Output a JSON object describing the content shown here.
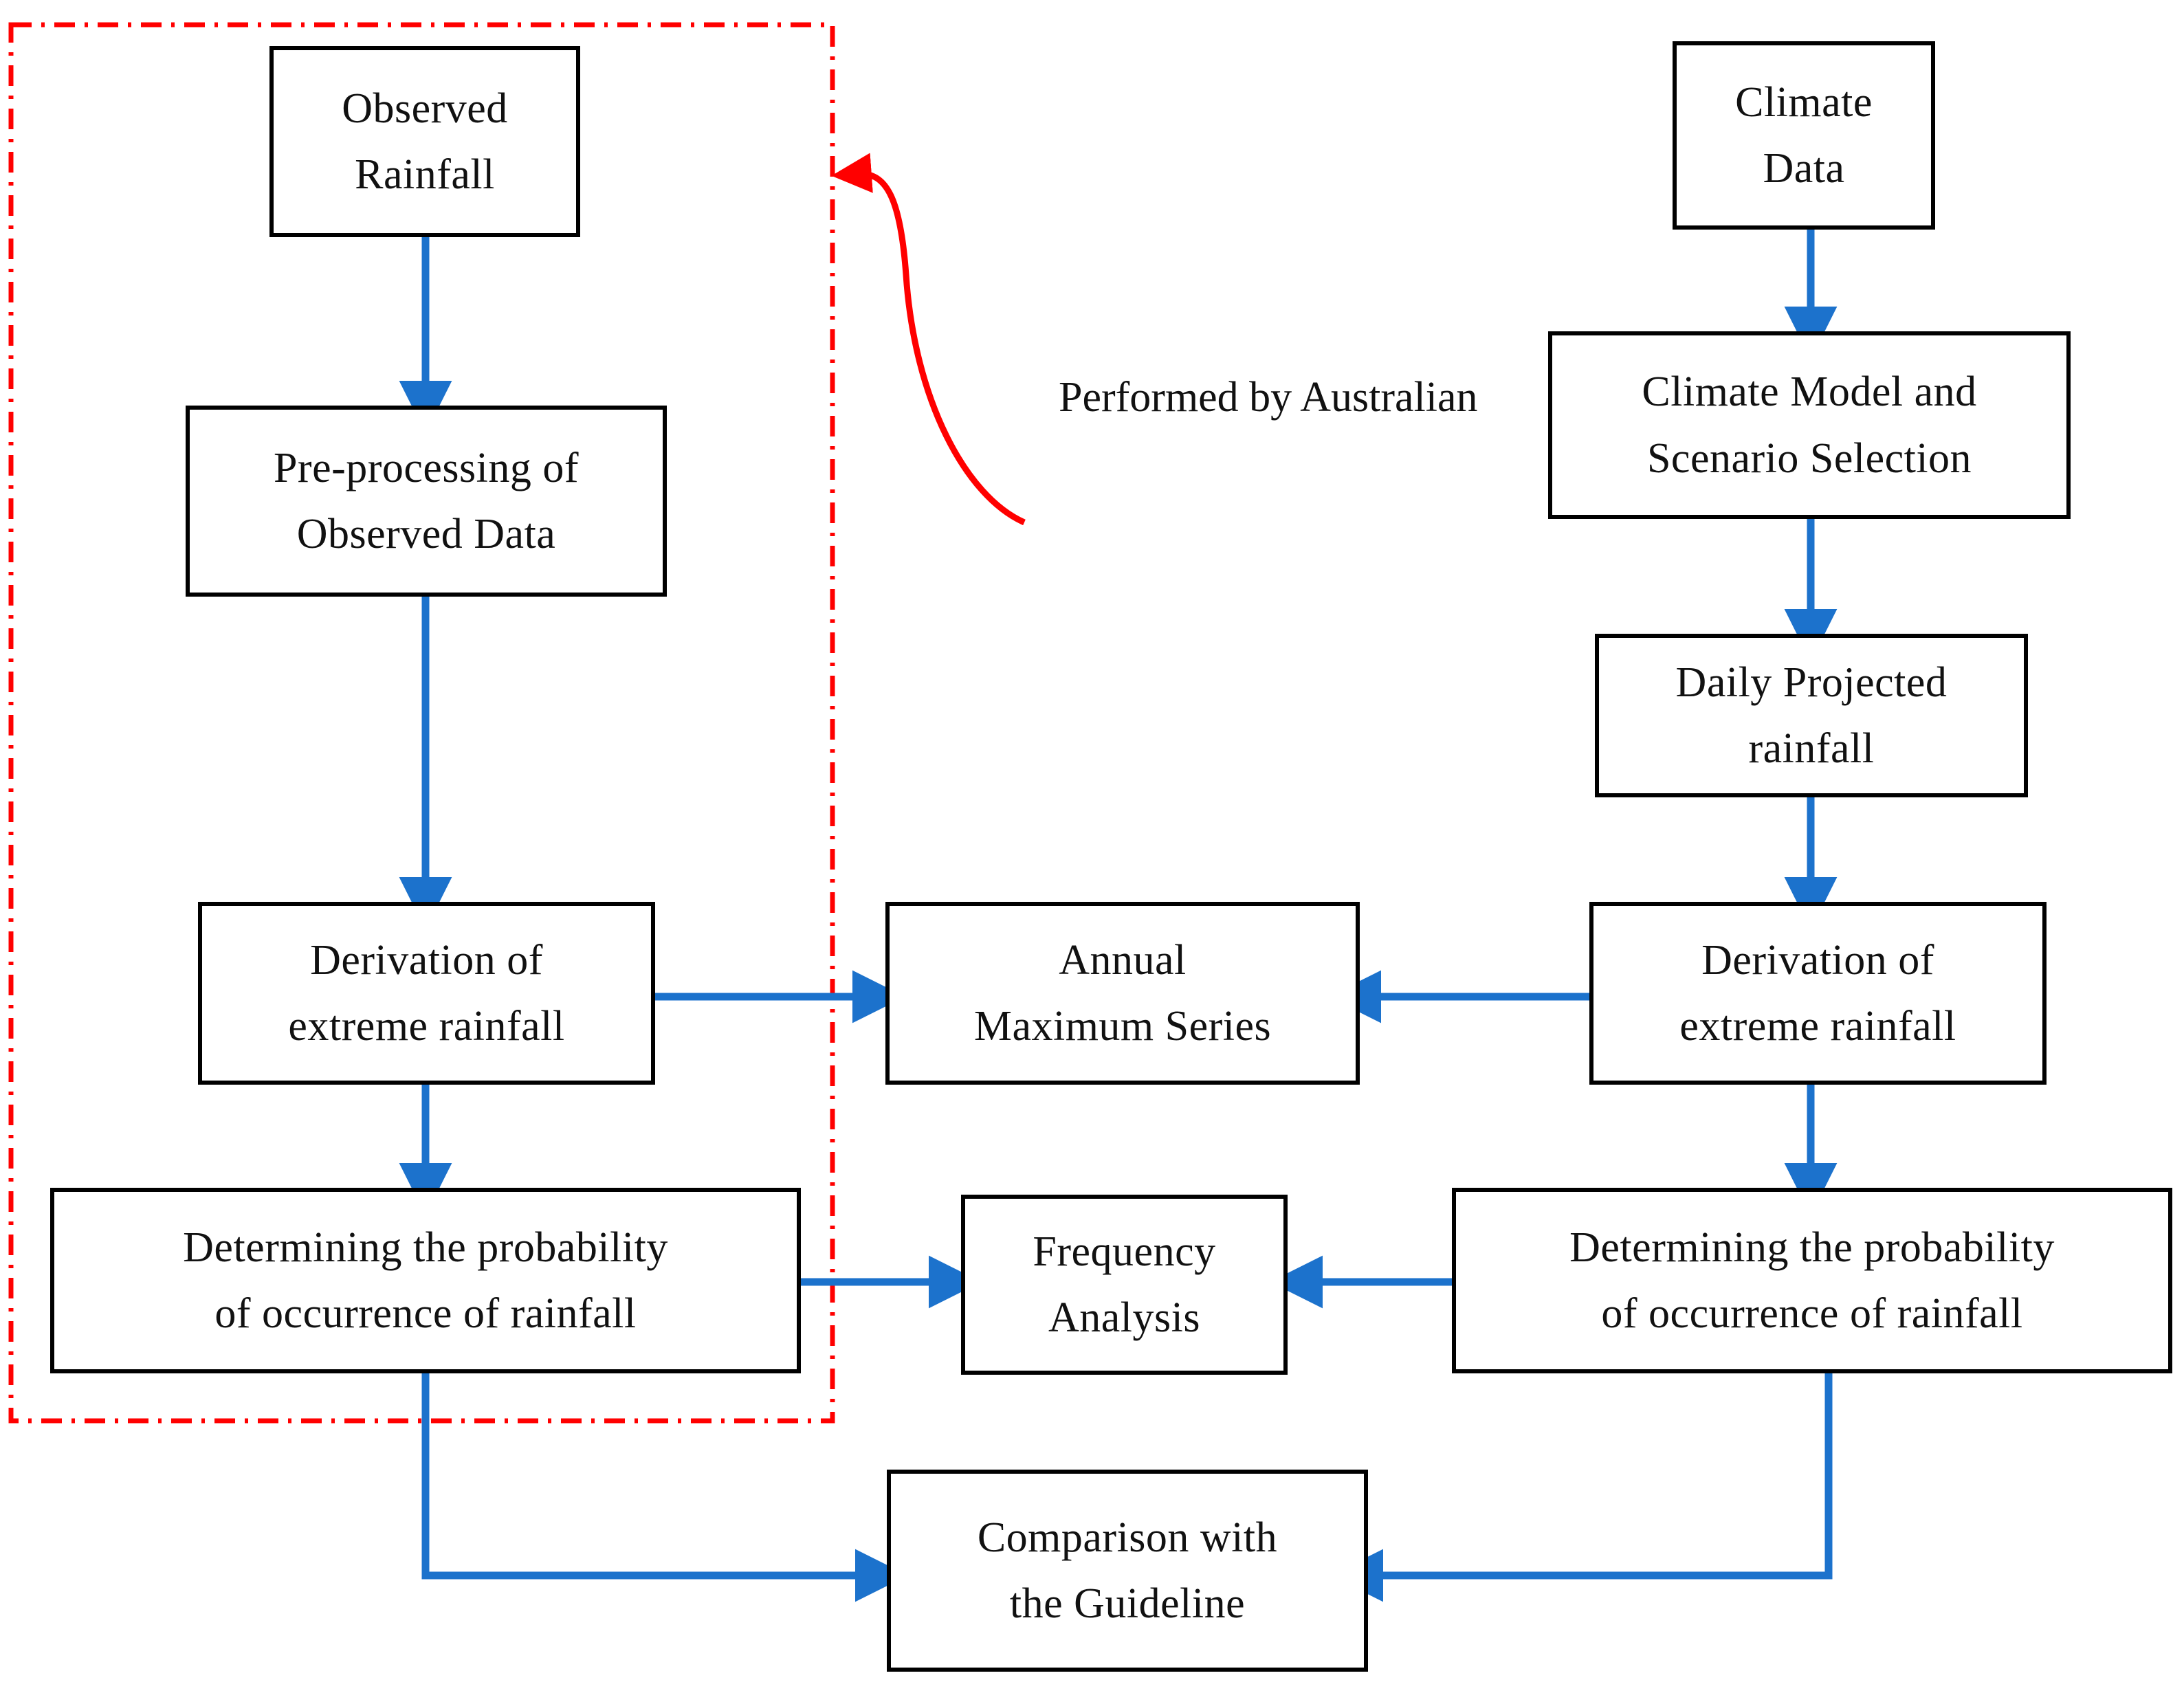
{
  "diagram": {
    "title": "Rainfall frequency analysis methodology flowchart",
    "colors": {
      "arrow": "#1C72CC",
      "annotation": "#FF0000",
      "box_border": "#000000",
      "text": "#111111",
      "background": "#FFFFFF"
    },
    "annotation": {
      "label_line1": "Performed by",
      "label_line2": "Australian",
      "group_name": "observed-rainfall-workflow-group"
    },
    "nodes": {
      "observed_rainfall": {
        "line1": "Observed",
        "line2": "Rainfall"
      },
      "preprocessing_observed": {
        "line1": "Pre-processing of",
        "line2": "Observed Data"
      },
      "derivation_observed": {
        "line1": "Derivation of",
        "line2": "extreme rainfall"
      },
      "probability_observed": {
        "line1": "Determining the probability",
        "line2": "of occurrence of rainfall"
      },
      "annual_maximum_series": {
        "line1": "Annual",
        "line2": "Maximum Series"
      },
      "frequency_analysis": {
        "line1": "Frequency",
        "line2": "Analysis"
      },
      "comparison_guideline": {
        "line1": "Comparison with",
        "line2": "the Guideline"
      },
      "climate_data": {
        "line1": "Climate",
        "line2": "Data"
      },
      "climate_model_scenario": {
        "line1": "Climate Model and",
        "line2": "Scenario Selection"
      },
      "daily_projected_rainfall": {
        "line1": "Daily Projected",
        "line2": "rainfall"
      },
      "derivation_projected": {
        "line1": "Derivation of",
        "line2": "extreme rainfall"
      },
      "probability_projected": {
        "line1": "Determining the probability",
        "line2": "of occurrence of rainfall"
      }
    },
    "edges": [
      {
        "from": "observed_rainfall",
        "to": "preprocessing_observed"
      },
      {
        "from": "preprocessing_observed",
        "to": "derivation_observed"
      },
      {
        "from": "derivation_observed",
        "to": "probability_observed"
      },
      {
        "from": "derivation_observed",
        "to": "annual_maximum_series"
      },
      {
        "from": "probability_observed",
        "to": "frequency_analysis"
      },
      {
        "from": "probability_observed",
        "to": "comparison_guideline"
      },
      {
        "from": "climate_data",
        "to": "climate_model_scenario"
      },
      {
        "from": "climate_model_scenario",
        "to": "daily_projected_rainfall"
      },
      {
        "from": "daily_projected_rainfall",
        "to": "derivation_projected"
      },
      {
        "from": "derivation_projected",
        "to": "probability_projected"
      },
      {
        "from": "derivation_projected",
        "to": "annual_maximum_series"
      },
      {
        "from": "probability_projected",
        "to": "frequency_analysis"
      },
      {
        "from": "probability_projected",
        "to": "comparison_guideline"
      },
      {
        "from": "annotation",
        "to": "observed-rainfall-workflow-group"
      }
    ]
  }
}
